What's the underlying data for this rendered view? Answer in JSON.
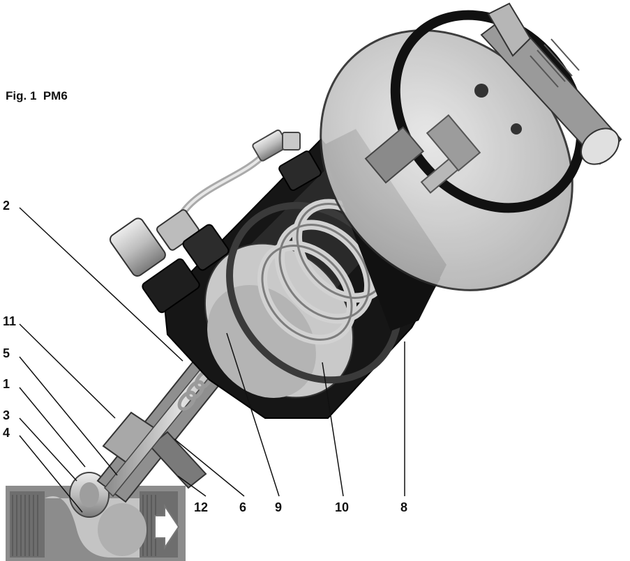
{
  "figure": {
    "title": "Fig. 1  PM6"
  },
  "callouts": [
    "2",
    "11",
    "5",
    "1",
    "3",
    "4",
    "12",
    "6",
    "9",
    "10",
    "8"
  ],
  "colors": {
    "ink": "#111111",
    "metal_light": "#d6d6d6",
    "metal_mid": "#9a9a9a",
    "metal_dark": "#555555",
    "housing_black": "#141414",
    "cover_tint": "#c8c8c8"
  }
}
